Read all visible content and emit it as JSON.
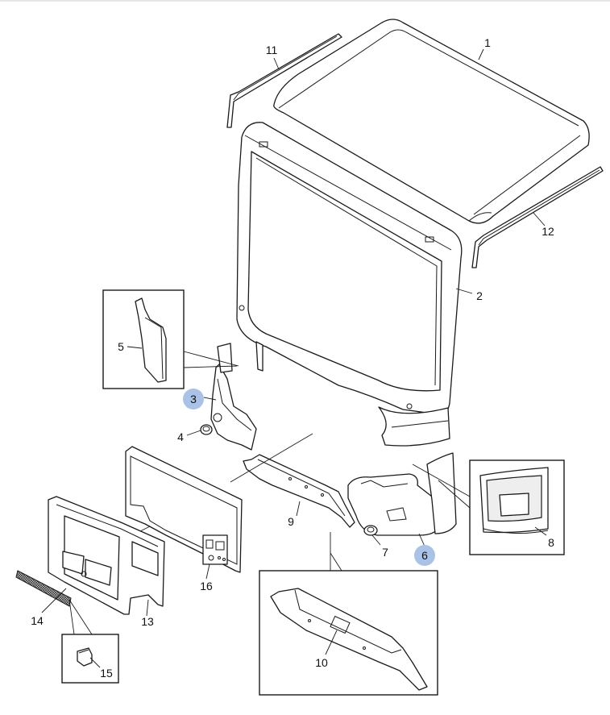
{
  "callouts": [
    {
      "id": "1",
      "text": "1",
      "highlighted": false
    },
    {
      "id": "2",
      "text": "2",
      "highlighted": false
    },
    {
      "id": "3",
      "text": "3",
      "highlighted": true
    },
    {
      "id": "4",
      "text": "4",
      "highlighted": false
    },
    {
      "id": "5",
      "text": "5",
      "highlighted": false
    },
    {
      "id": "6",
      "text": "6",
      "highlighted": true
    },
    {
      "id": "7",
      "text": "7",
      "highlighted": false
    },
    {
      "id": "8",
      "text": "8",
      "highlighted": false
    },
    {
      "id": "9",
      "text": "9",
      "highlighted": false
    },
    {
      "id": "10",
      "text": "10",
      "highlighted": false
    },
    {
      "id": "11",
      "text": "11",
      "highlighted": false
    },
    {
      "id": "12",
      "text": "12",
      "highlighted": false
    },
    {
      "id": "13",
      "text": "13",
      "highlighted": false
    },
    {
      "id": "14",
      "text": "14",
      "highlighted": false
    },
    {
      "id": "15",
      "text": "15",
      "highlighted": false
    },
    {
      "id": "16",
      "text": "16",
      "highlighted": false
    }
  ],
  "colors": {
    "highlight": "#a9c2e6",
    "line": "#1a1a1a",
    "background": "#ffffff"
  }
}
